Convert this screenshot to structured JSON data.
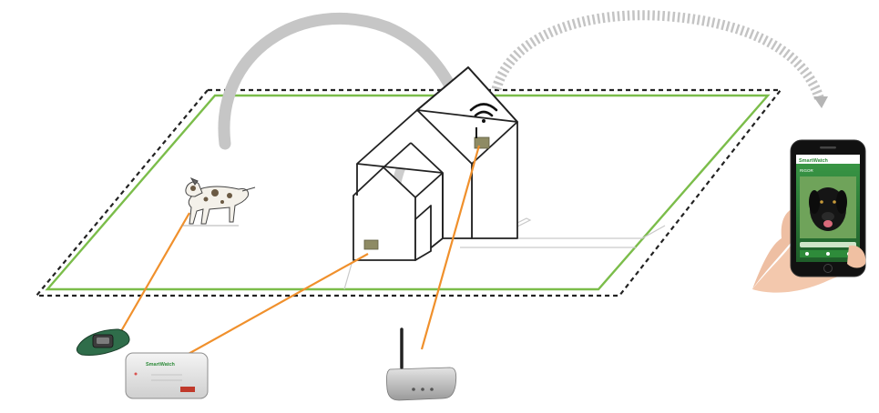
{
  "colors": {
    "boundary_green": "#7bbd4a",
    "dashed_outline": "#222222",
    "link_orange": "#f0902c",
    "arrow_gray": "#c8c8c8",
    "sensor_olive": "#8e8b64",
    "collar_green": "#2f6d4a",
    "app_green": "#2e8b3a",
    "house_line": "#222222"
  },
  "icons": [
    "wifi-icon",
    "dog",
    "gps-collar",
    "base-station",
    "wifi-router",
    "smartphone"
  ],
  "devices": {
    "base_station": {
      "brand": "SmartWatch"
    },
    "router": {
      "brand": ""
    },
    "phone": {
      "app_brand": "SmartWatch",
      "pet_name": "RIGOR"
    }
  }
}
